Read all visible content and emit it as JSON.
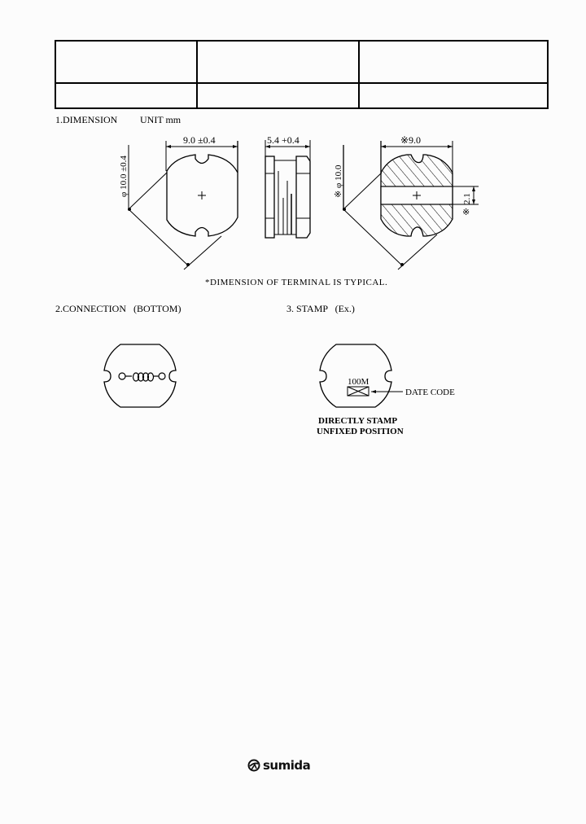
{
  "title_block": {
    "rows": [
      [
        "",
        "",
        ""
      ],
      [
        "",
        "",
        ""
      ]
    ]
  },
  "section1": {
    "heading": "1.DIMENSION",
    "unit_label": "UNIT mm",
    "front_view": {
      "width_dim": "9.0 ±0.4",
      "diameter_dim": "φ 10.0 ±0.4"
    },
    "side_view": {
      "height_dim": "5.4 +0.4"
    },
    "land_pattern": {
      "width_dim": "※9.0",
      "diameter_dim": "※ φ 10.0",
      "gap_dim": "2.1",
      "gap_mark": "※"
    },
    "note": "*DIMENSION OF TERMINAL IS TYPICAL."
  },
  "section2": {
    "heading": "2.CONNECTION   (BOTTOM)"
  },
  "section3": {
    "heading": "3. STAMP   (Ex.)",
    "stamp_value": "100M",
    "date_code_label": "DATE CODE",
    "caption_line1": "DIRECTLY STAMP",
    "caption_line2": "UNFIXED POSITION"
  },
  "footer": {
    "logo_text": "sumida",
    "logo_icon": "sumida-globe-icon"
  }
}
